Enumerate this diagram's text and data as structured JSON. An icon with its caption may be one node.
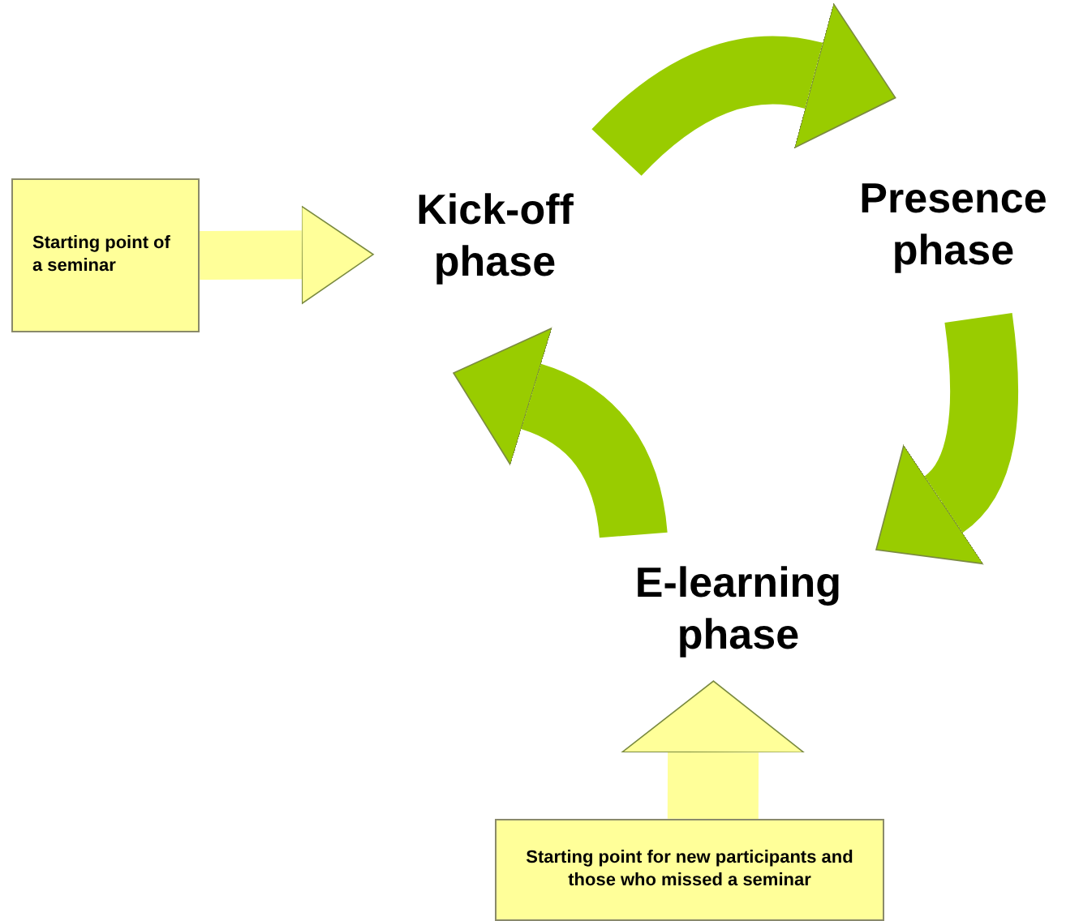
{
  "diagram": {
    "nodes": [
      {
        "text": [
          "Starting point of a seminar"
        ]
      },
      {
        "text": [
          "Kick-off phase"
        ]
      },
      {
        "text": [
          "Presence phase"
        ]
      },
      {
        "text": [
          "E-learning phase"
        ]
      },
      {
        "text": [
          "Starting point for new participants and those who missed a seminar"
        ]
      }
    ],
    "edges": [
      {
        "from": 0,
        "to": 1,
        "arrow": "to",
        "color": "#ffff99"
      },
      {
        "from": 1,
        "to": 2,
        "arrow": "to"
      },
      {
        "from": 2,
        "to": 3,
        "arrow": "to"
      },
      {
        "from": 3,
        "to": 1,
        "arrow": "to"
      },
      {
        "from": 4,
        "to": 3,
        "arrow": "to",
        "color": "#ffff99"
      }
    ]
  }
}
